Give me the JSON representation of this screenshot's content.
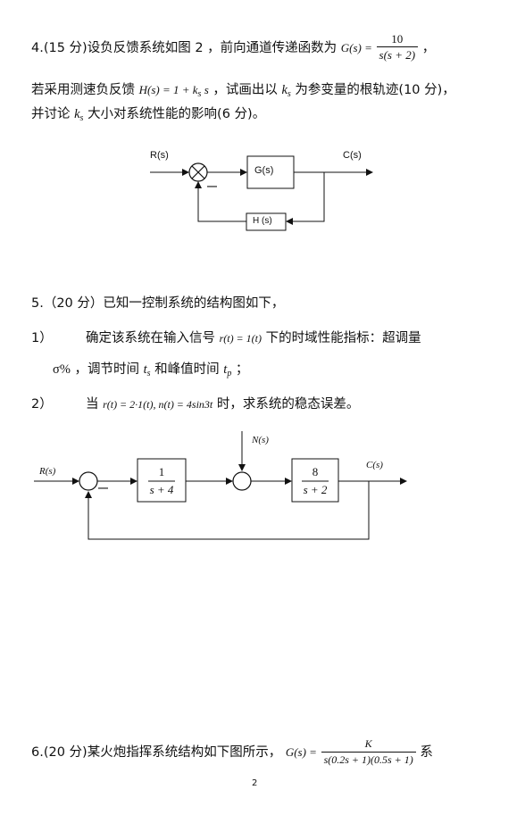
{
  "q4": {
    "prefix": "4.(15 分)设负反馈系统如图 2 ，前向通道传递函数为",
    "g_lhs": "G(s) =",
    "g_num": "10",
    "g_den": "s(s + 2)",
    "comma": "，",
    "line2_a": "若采用测速负反馈",
    "h_expr": "H(s) = 1 + k",
    "h_sub": "s",
    "h_tail": "s",
    "line2_b": "，试画出以",
    "k": "k",
    "k_sub": "s",
    "line2_c": "为参变量的根轨迹(10 分)，",
    "line3_a": "并讨论",
    "line3_b": "大小对系统性能的影响(6 分)。",
    "diagram": {
      "input": "R(s)",
      "output": "C(s)",
      "forward_block": "G(s)",
      "feedback_block": "H  (s)",
      "sign": "—"
    }
  },
  "q5": {
    "title": "5.（20 分）已知一控制系统的结构图如下，",
    "item1_num": "1）",
    "item1_a": "确定该系统在输入信号",
    "item1_r": "r(t) = 1(t)",
    "item1_b": "下的时域性能指标：超调量",
    "item1c_sigma": "σ%",
    "item1c_a": "，调节时间",
    "ts": "t",
    "ts_sub": "s",
    "item1c_b": "和峰值时间",
    "tp": "t",
    "tp_sub": "p",
    "item1c_end": "；",
    "item2_num": "2）",
    "item2_a": "当",
    "item2_expr": "r(t) = 2·1(t), n(t) = 4sin3t",
    "item2_b": "时，求系统的稳态误差。",
    "diagram": {
      "input": "R(s)",
      "output": "C(s)",
      "disturbance": "N(s)",
      "block1_num": "1",
      "block1_den": "s + 4",
      "block2_num": "8",
      "block2_den": "s + 2",
      "sign": "—"
    }
  },
  "q6": {
    "prefix": "6.(20 分)某火炮指挥系统结构如下图所示，",
    "g_lhs": "G(s) =",
    "g_num": "K",
    "g_den": "s(0.2s + 1)(0.5s + 1)",
    "tail": "系"
  },
  "page_number": "2"
}
